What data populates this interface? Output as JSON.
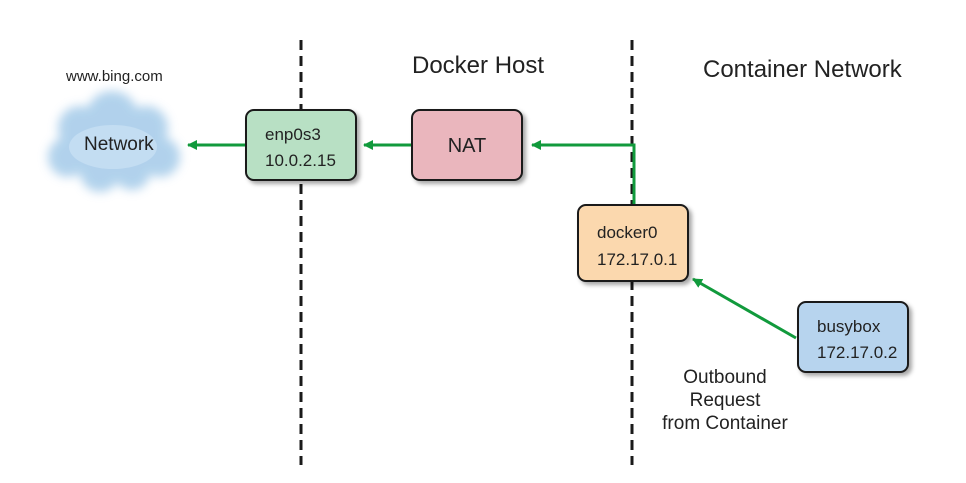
{
  "headers": {
    "docker_host": "Docker Host",
    "container_network": "Container Network"
  },
  "internet": {
    "site": "www.bing.com",
    "cloud_label": "Network"
  },
  "nodes": {
    "enp0s3": {
      "name": "enp0s3",
      "ip": "10.0.2.15",
      "color": "#b8e0c4"
    },
    "nat": {
      "name": "NAT",
      "color": "#eab6bd"
    },
    "docker0": {
      "name": "docker0",
      "ip": "172.17.0.1",
      "color": "#fbd8ae"
    },
    "busybox": {
      "name": "busybox",
      "ip": "172.17.0.2",
      "color": "#b7d4ee"
    }
  },
  "annotation": {
    "line1": "Outbound",
    "line2": "Request",
    "line3": "from Container"
  },
  "colors": {
    "arrow": "#119a3c",
    "boundary": "#1a1a1a",
    "cloud": "#a9cdea"
  }
}
